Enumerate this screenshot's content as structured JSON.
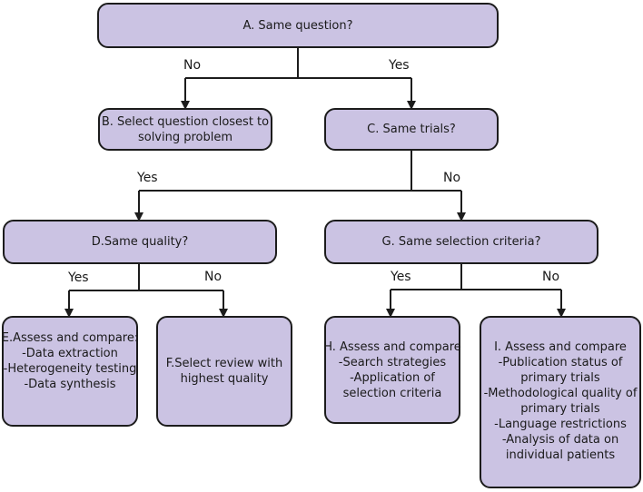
{
  "nodes": {
    "a": {
      "lines": [
        "A. Same question?"
      ]
    },
    "b": {
      "lines": [
        "B. Select question closest to",
        "solving problem"
      ]
    },
    "c": {
      "lines": [
        "C. Same trials?"
      ]
    },
    "d": {
      "lines": [
        "D.Same quality?"
      ]
    },
    "g": {
      "lines": [
        "G. Same selection criteria?"
      ]
    },
    "e": {
      "lines": [
        "E.Assess and compare:",
        "-Data extraction",
        "-Heterogeneity testing",
        "-Data synthesis"
      ]
    },
    "f": {
      "lines": [
        "F.Select review with",
        "highest quality"
      ]
    },
    "h": {
      "lines": [
        "H. Assess and compare",
        "-Search strategies",
        "-Application of",
        "selection criteria"
      ]
    },
    "i": {
      "lines": [
        "I. Assess and compare",
        "-Publication  status of",
        "primary trials",
        "-Methodological quality of",
        "primary trials",
        "-Language restrictions",
        "-Analysis of data on",
        "individual patients"
      ]
    }
  },
  "branch_labels": {
    "a_no": "No",
    "a_yes": "Yes",
    "c_yes": "Yes",
    "c_no": "No",
    "d_yes": "Yes",
    "d_no": "No",
    "g_yes": "Yes",
    "g_no": "No"
  },
  "colors": {
    "box_fill": "#cbc3e3",
    "box_border": "#1c1c1c",
    "line": "#1c1c1c"
  }
}
